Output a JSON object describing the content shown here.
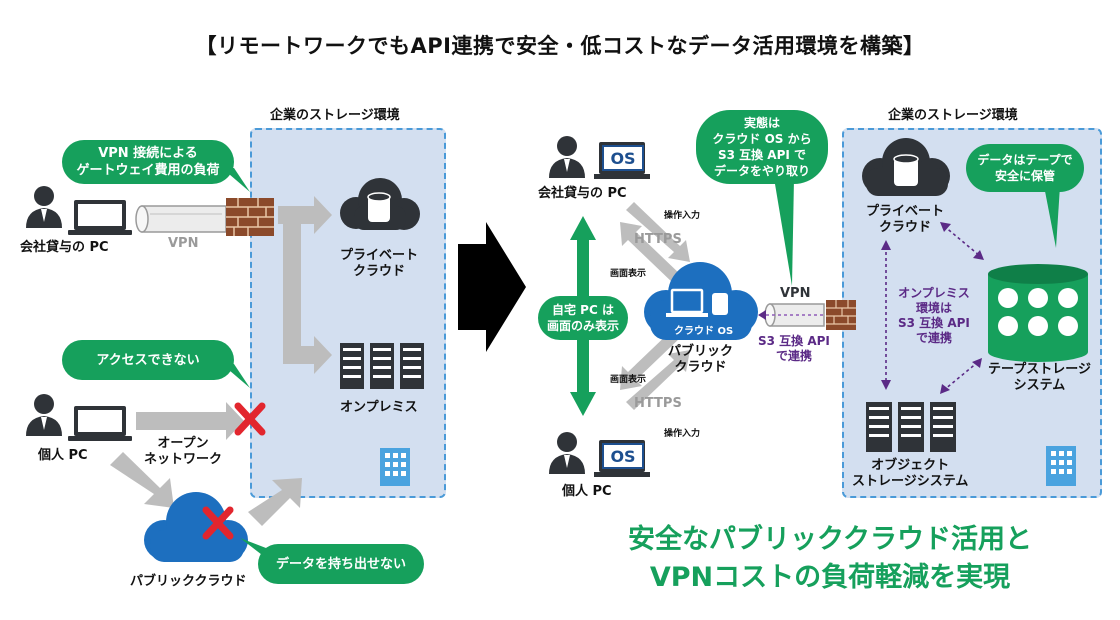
{
  "title": "【リモートワークでもAPI連携で安全・低コストなデータ活用環境を構築】",
  "left": {
    "panel_title": "企業のストレージ環境",
    "bubble_vpn": "VPN 接続による\nゲートウェイ費用の負荷",
    "vpn_label": "VPN",
    "company_pc": "会社貸与の PC",
    "private_cloud": "プライベート\nクラウド",
    "onpremise": "オンプレミス",
    "bubble_no_access": "アクセスできない",
    "personal_pc": "個人 PC",
    "open_network": "オープン\nネットワーク",
    "public_cloud": "パブリッククラウド",
    "bubble_no_data": "データを持ち出せない"
  },
  "right": {
    "panel_title": "企業のストレージ環境",
    "company_pc": "会社貸与の PC",
    "personal_pc": "個人 PC",
    "os_label": "OS",
    "https_top": "HTTPS",
    "https_bottom": "HTTPS",
    "op_input_top": "操作入力",
    "screen_disp_top": "画面表示",
    "screen_disp_bottom": "画面表示",
    "op_input_bottom": "操作入力",
    "bubble_home_pc": "自宅 PC は\n画面のみ表示",
    "cloud_os": "クラウド OS",
    "public_cloud": "パブリック\nクラウド",
    "bubble_actual": "実態は\nクラウド OS から\nS3 互換 API で\nデータをやり取り",
    "vpn_label": "VPN",
    "s3_link": "S3 互換 API\nで連携",
    "private_cloud": "プライベート\nクラウド",
    "bubble_tape": "データはテープで\n安全に保管",
    "onprem_link": "オンプレミス\n環境は\nS3 互換 API\nで連携",
    "tape_storage": "テープストレージ\nシステム",
    "object_storage": "オブジェクト\nストレージシステム"
  },
  "hero_line1": "安全なパブリッククラウド活用と",
  "hero_line2": "VPNコストの負荷軽減を実現",
  "colors": {
    "green": "#16a05c",
    "navy": "#1d4f8f",
    "panel": "#d3dff0",
    "dark": "#2f3338",
    "red": "#e2262e",
    "purple": "#5b2a86"
  }
}
